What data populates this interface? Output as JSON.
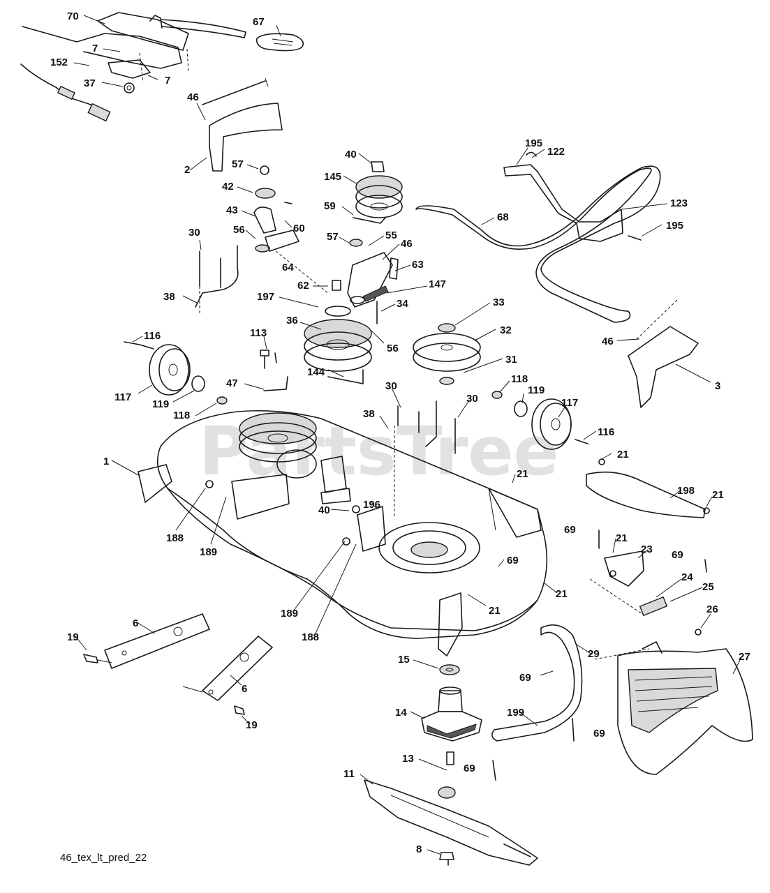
{
  "watermark": "PartsTree",
  "caption": "46_tex_lt_pred_22",
  "callouts": {
    "c70": "70",
    "c67": "67",
    "c7a": "7",
    "c152": "152",
    "c7b": "7",
    "c37": "37",
    "c46a": "46",
    "c2": "2",
    "c57a": "57",
    "c42": "42",
    "c43": "43",
    "c56a": "56",
    "c60": "60",
    "c30a": "30",
    "c64": "64",
    "c38a": "38",
    "c40a": "40",
    "c145": "145",
    "c59": "59",
    "c57b": "57",
    "c55": "55",
    "c46b": "46",
    "c63": "63",
    "c62": "62",
    "c147": "147",
    "c197": "197",
    "c34": "34",
    "c36": "36",
    "c56b": "56",
    "c144": "144",
    "c195a": "195",
    "c122": "122",
    "c68": "68",
    "c123": "123",
    "c195b": "195",
    "c33": "33",
    "c32": "32",
    "c31": "31",
    "c46c": "46",
    "c3": "3",
    "c116a": "116",
    "c117a": "117",
    "c119a": "119",
    "c118a": "118",
    "c113": "113",
    "c47": "47",
    "c30b": "30",
    "c38b": "38",
    "c30c": "30",
    "c118b": "118",
    "c119b": "119",
    "c117b": "117",
    "c116b": "116",
    "c1": "1",
    "c21a": "21",
    "c21b": "21",
    "c198": "198",
    "c21c": "21",
    "c40b": "40",
    "c196": "196",
    "c69a": "69",
    "c188a": "188",
    "c189a": "189",
    "c69b": "69",
    "c21d": "21",
    "c23": "23",
    "c69c": "69",
    "c24": "24",
    "c25": "25",
    "c21e": "21",
    "c21f": "21",
    "c189b": "189",
    "c188b": "188",
    "c26": "26",
    "c6a": "6",
    "c19a": "19",
    "c27": "27",
    "c29": "29",
    "c15": "15",
    "c69d": "69",
    "c6b": "6",
    "c19b": "19",
    "c14": "14",
    "c199": "199",
    "c69e": "69",
    "c13": "13",
    "c69f": "69",
    "c11": "11",
    "c8": "8"
  }
}
